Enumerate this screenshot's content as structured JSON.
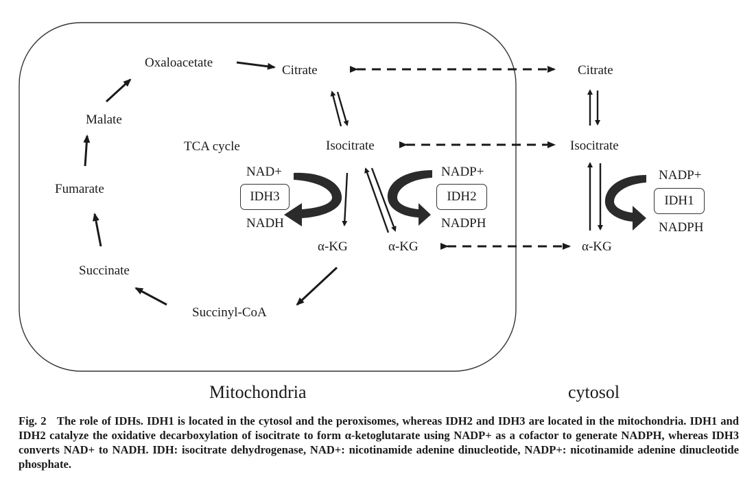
{
  "diagram": {
    "mito": {
      "oxaloacetate": "Oxaloacetate",
      "citrate": "Citrate",
      "malate": "Malate",
      "tca": "TCA cycle",
      "isocitrate": "Isocitrate",
      "fumarate": "Fumarate",
      "nad_plus": "NAD+",
      "idh3": "IDH3",
      "nadh": "NADH",
      "nadp_plus": "NADP+",
      "idh2": "IDH2",
      "nadph": "NADPH",
      "akg_left": "α-KG",
      "akg_right": "α-KG",
      "succinate": "Succinate",
      "succinyl_coa": "Succinyl-CoA",
      "region_label": "Mitochondria"
    },
    "cytosol": {
      "citrate": "Citrate",
      "isocitrate": "Isocitrate",
      "nadp_plus": "NADP+",
      "idh1": "IDH1",
      "nadph": "NADPH",
      "akg": "α-KG",
      "region_label": "cytosol"
    }
  },
  "caption": {
    "label": "Fig. 2",
    "text": "The role of IDHs. IDH1 is located in the cytosol and the peroxisomes, whereas IDH2 and IDH3 are located in the mitochondria. IDH1 and IDH2 catalyze the oxidative decarboxylation of isocitrate to form α-ketoglutarate using NADP+ as a cofactor to generate NADPH, whereas IDH3 converts NAD+ to NADH. IDH: isocitrate dehydrogenase, NAD+: nicotinamide adenine dinucleotide, NADP+: nicotinamide adenine dinucleotide phosphate."
  }
}
